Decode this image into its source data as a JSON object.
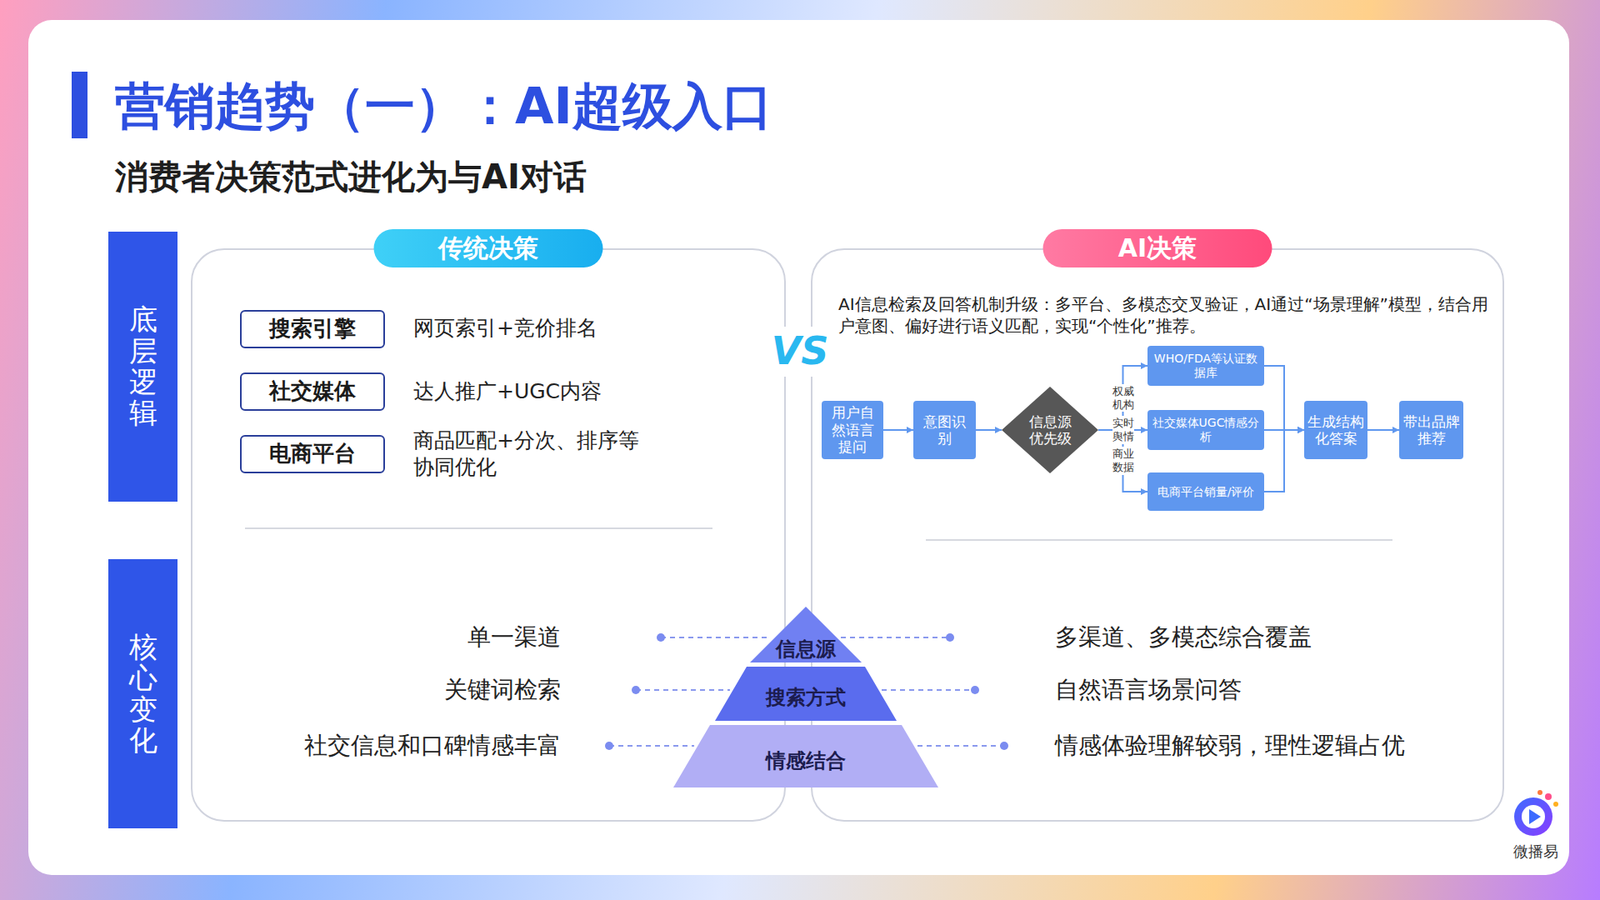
{
  "diagram": {
    "title": "营销趋势（一）：AI超级入口",
    "nodes": [
      {
        "text": [
          "底层逻辑"
        ]
      },
      {
        "text": [
          "核心变化"
        ]
      },
      {
        "text": [
          "传统决策"
        ]
      },
      {
        "text": [
          "搜索引擎"
        ],
        "in": 2
      },
      {
        "text": [
          "社交媒体"
        ],
        "in": 2
      },
      {
        "text": [
          "电商平台"
        ],
        "in": 2
      },
      {
        "text": [
          "AI决策"
        ]
      },
      {
        "text": [
          "用户自然语言提问"
        ],
        "in": 6
      },
      {
        "text": [
          "意图识别"
        ],
        "in": 6
      },
      {
        "text": [
          "信息源优先级"
        ],
        "in": 6
      },
      {
        "text": [
          "WHO/FDA等认证数据库"
        ],
        "in": 6
      },
      {
        "text": [
          "社交媒体UGC情感分析"
        ],
        "in": 6
      },
      {
        "text": [
          "电商平台销量/评价"
        ],
        "in": 6
      },
      {
        "text": [
          "生成结构化答案"
        ],
        "in": 6
      },
      {
        "text": [
          "带出品牌推荐"
        ],
        "in": 6
      },
      {
        "text": [
          "信息源"
        ]
      },
      {
        "text": [
          "搜索方式"
        ]
      },
      {
        "text": [
          "情感结合"
        ]
      }
    ],
    "edges": [
      {
        "from": 7,
        "to": 8,
        "arrow": "to"
      },
      {
        "from": 8,
        "to": 9,
        "arrow": "to"
      },
      {
        "from": 9,
        "to": 10,
        "label": "权威机构",
        "arrow": "to"
      },
      {
        "from": 9,
        "to": 11,
        "label": "实时舆情",
        "arrow": "to"
      },
      {
        "from": 9,
        "to": 12,
        "label": "商业数据",
        "arrow": "to"
      },
      {
        "from": 10,
        "to": 13,
        "arrow": "to"
      },
      {
        "from": 11,
        "to": 13,
        "arrow": "to"
      },
      {
        "from": 12,
        "to": 13,
        "arrow": "to"
      },
      {
        "from": 13,
        "to": 14,
        "arrow": "to"
      }
    ],
    "labels": [
      "消费者决策范式进化为与AI对话",
      "网页索引+竞价排名",
      "达人推广+UGC内容",
      "商品匹配+分次、排序等 协同优化",
      "VS",
      "AI信息检索及回答机制升级：多平台、多模态交叉验证，AI通过“场景理解”模型，结合用户意图、偏好进行语义匹配，实现“个性化”推荐。",
      "单一渠道",
      "关键词检索",
      "社交信息和口碑情感丰富",
      "多渠道、多模态综合覆盖",
      "自然语言场景问答",
      "情感体验理解较弱，理性逻辑占优",
      "微播易"
    ]
  }
}
